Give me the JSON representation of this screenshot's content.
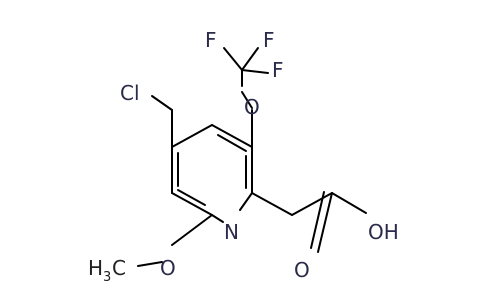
{
  "molecule": {
    "atoms": {
      "chlorine": "Cl",
      "fluorine_top_left": "F",
      "fluorine_top_right": "F",
      "fluorine_right": "F",
      "ether_oxygen": "O",
      "ring_nitrogen": "N",
      "methoxy_oxygen": "O",
      "hydroxyl": "OH",
      "carbonyl_oxygen": "O",
      "methyl_h": "H",
      "methyl_sub": "3",
      "methyl_c": "C"
    },
    "colors": {
      "bond": "#000000",
      "heteroatom": "#2a2a4a",
      "carbon_label": "#222222"
    }
  }
}
